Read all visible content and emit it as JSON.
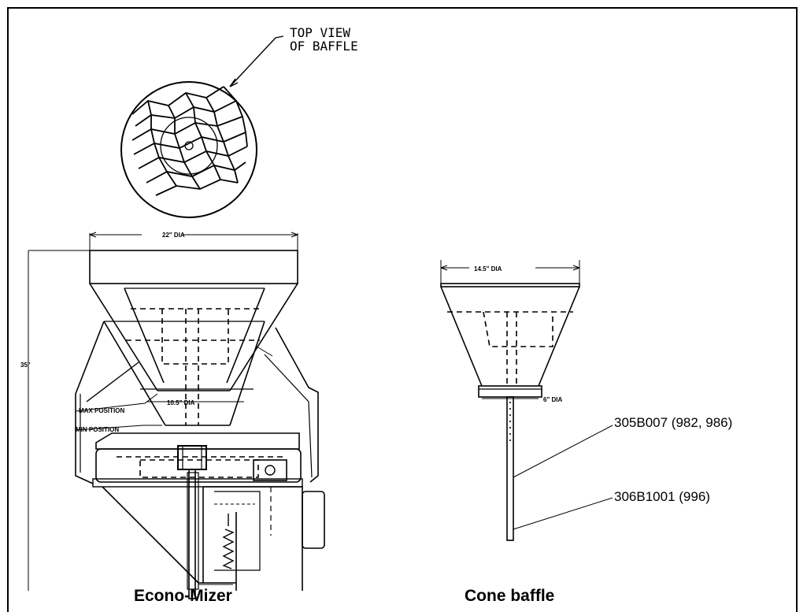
{
  "baffle_view": {
    "label_line1": "TOP VIEW",
    "label_line2": "OF BAFFLE"
  },
  "econo_mizer": {
    "top_dia": "22\" DIA",
    "height": "35\"",
    "mid_dia": "10.5\" DIA",
    "max_position": "MAX POSITION",
    "min_position": "MIN POSITION",
    "caption": "Econo-Mizer"
  },
  "cone_baffle": {
    "top_dia": "14.5\" DIA",
    "bottom_dia": "6\" DIA",
    "part_a": "305B007 (982, 986)",
    "part_b": "306B1001 (996)",
    "caption": "Cone baffle"
  }
}
